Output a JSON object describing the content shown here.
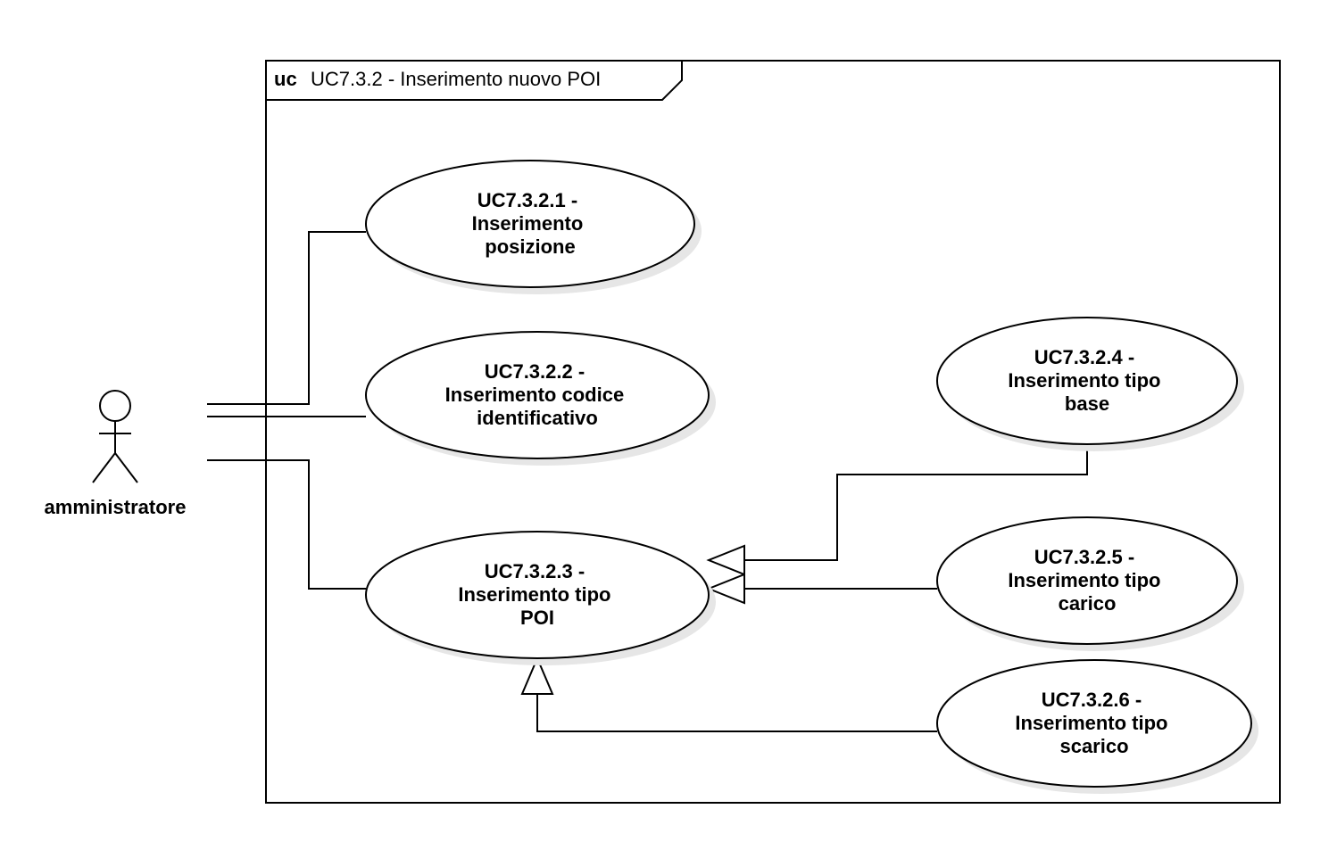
{
  "frame": {
    "keyword": "uc",
    "title": "UC7.3.2 - Inserimento nuovo POI"
  },
  "actor": {
    "name": "amministratore"
  },
  "use_cases": {
    "uc1": {
      "lines": [
        "UC7.3.2.1 -",
        "Inserimento",
        "posizione"
      ]
    },
    "uc2": {
      "lines": [
        "UC7.3.2.2 -",
        "Inserimento codice",
        "identificativo"
      ]
    },
    "uc3": {
      "lines": [
        "UC7.3.2.3 -",
        "Inserimento tipo",
        "POI"
      ]
    },
    "uc4": {
      "lines": [
        "UC7.3.2.4 -",
        "Inserimento tipo",
        "base"
      ]
    },
    "uc5": {
      "lines": [
        "UC7.3.2.5 -",
        "Inserimento tipo",
        "carico"
      ]
    },
    "uc6": {
      "lines": [
        "UC7.3.2.6 -",
        "Inserimento tipo",
        "scarico"
      ]
    }
  }
}
